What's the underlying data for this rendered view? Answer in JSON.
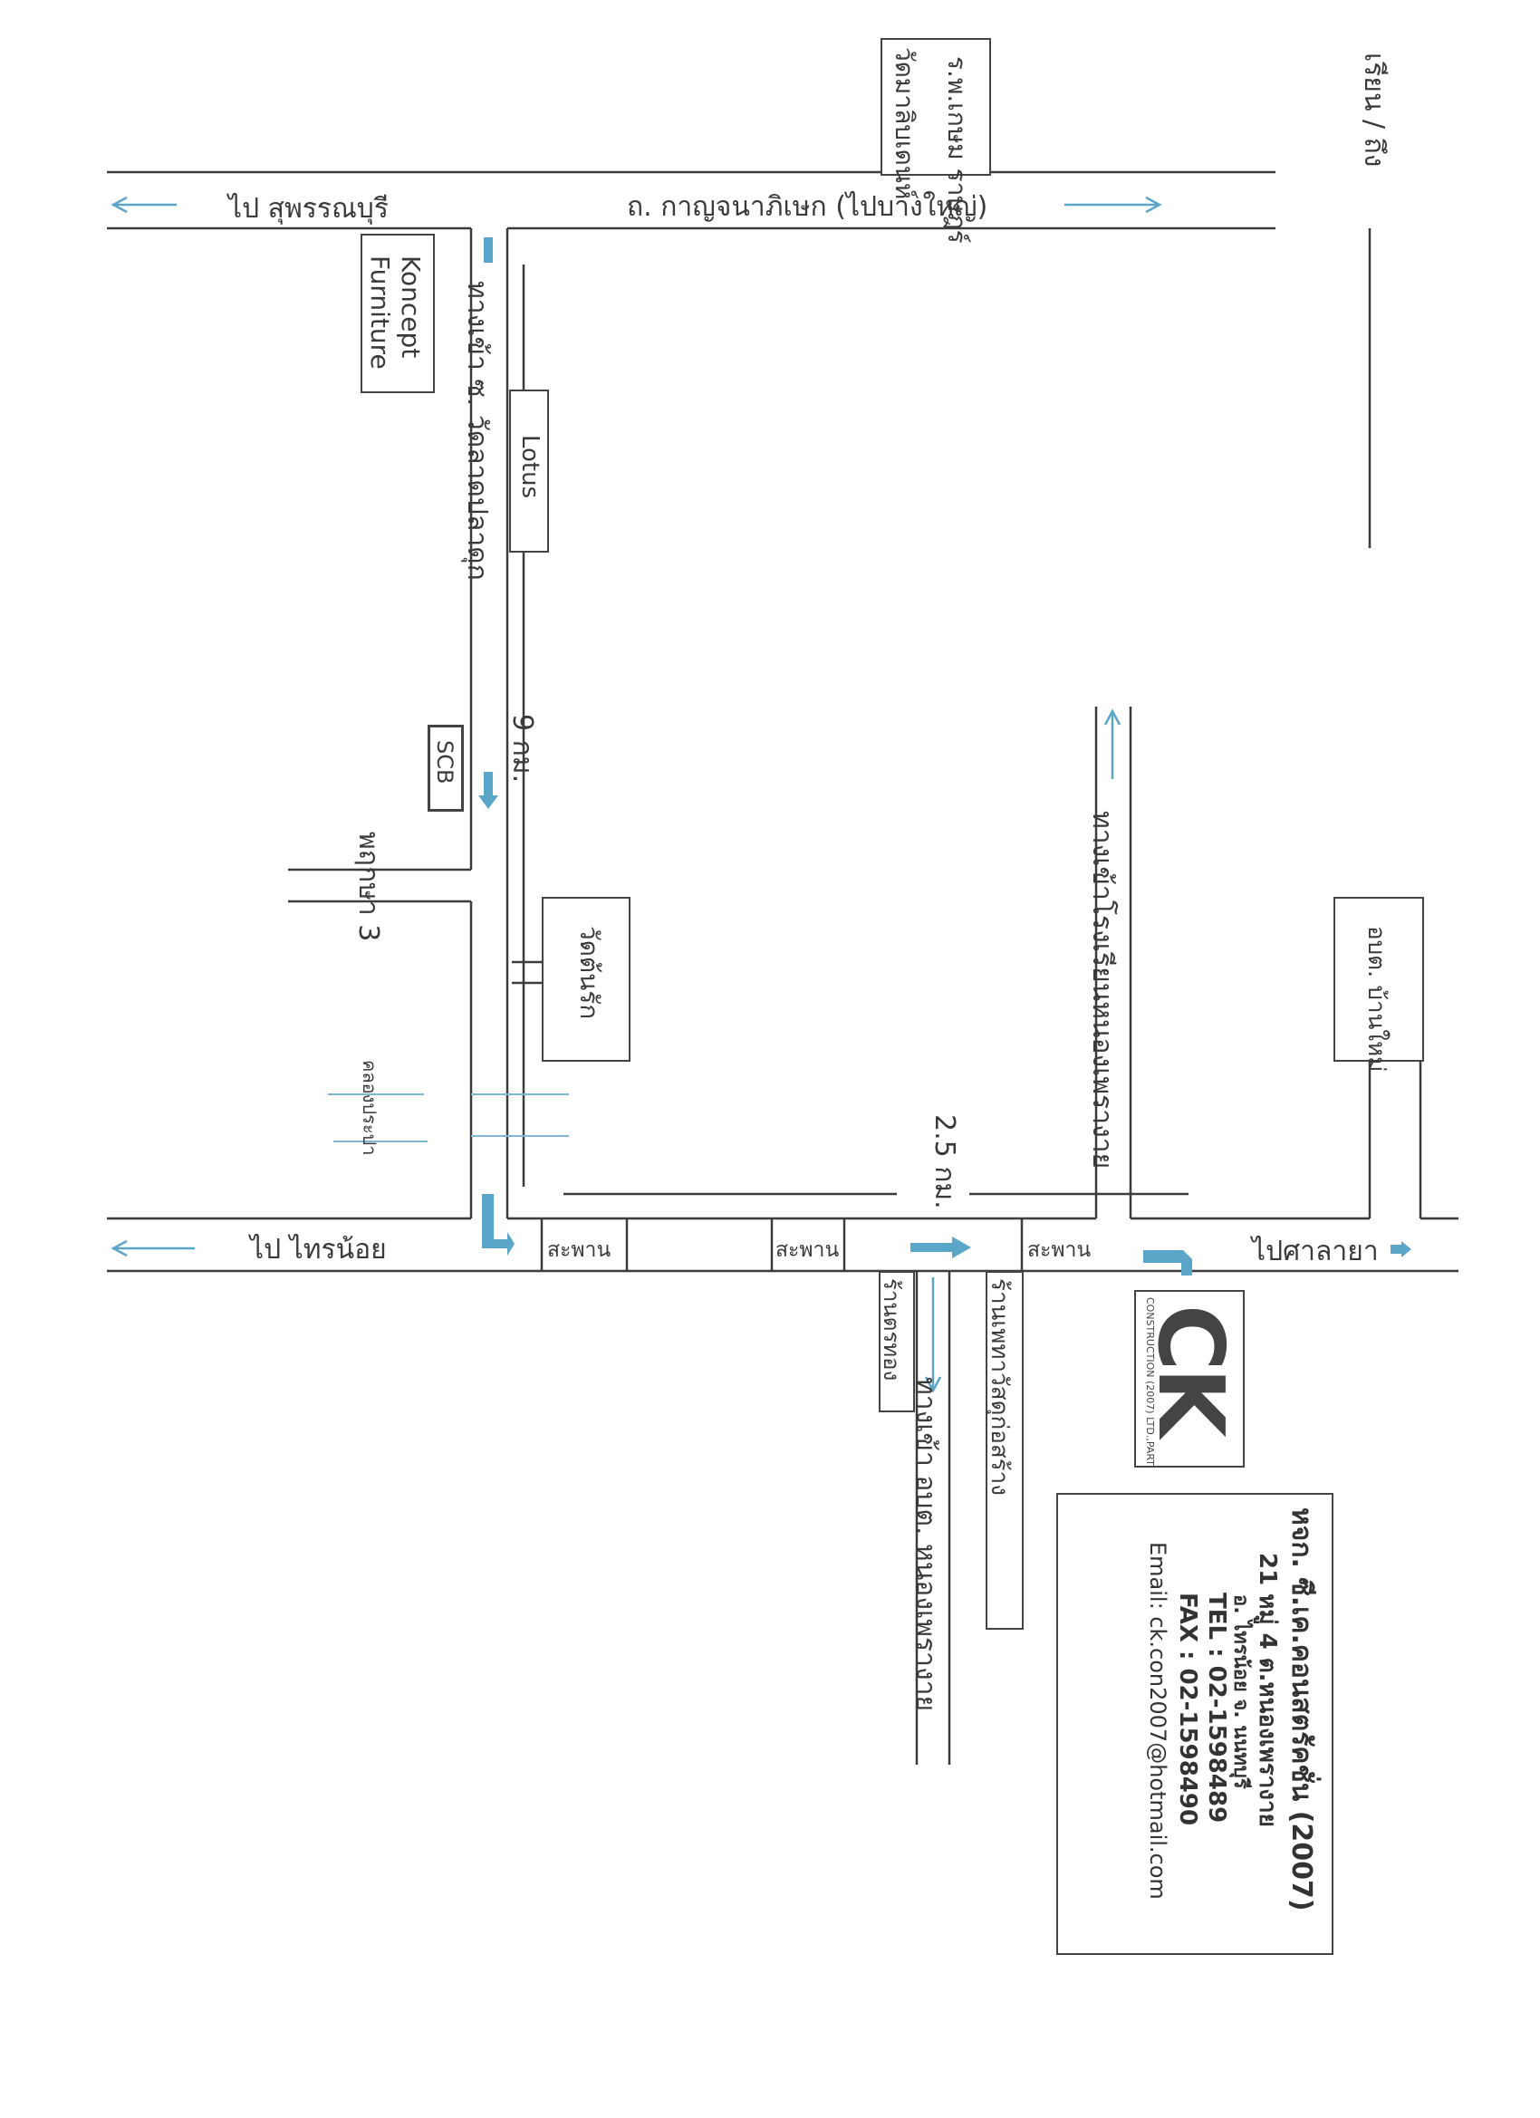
{
  "header": {
    "corner_text": "เรียน / ถึง"
  },
  "roads": {
    "main_road": "ถ. กาญจนาภิเษก (ไปบางใหญ่)",
    "to_suphanburi": "ไป สุพรรณบุรี",
    "to_sai_noi": "ไป ไทรน้อย",
    "to_salaya": "ไปศาลายา",
    "wat_lat_pla_duk": "ทางเข้า ซ. วัดลาดปลาดุก",
    "school_road": "ทางเข้าโรงเรียนหนองเพรางาย",
    "obt_nong_phrao_ngai": "ทางเข้า อบต. หนองเพรางาย",
    "canal": "คลองประปา",
    "junction": "พฤกษา 3"
  },
  "distances": {
    "d1": "9 กม.",
    "d2": "2.5 กม."
  },
  "landmarks": {
    "hospital": "ร.พ.เกษม ราษฎร์",
    "temple_top": "วัดมาลิบเดนห์",
    "koncept": "Koncept Furniture",
    "lotus": "Lotus",
    "scb": "SCB",
    "wat_ton_rak": "วัดต้นรัก",
    "obt_ban_mai": "อบต. บ้านใหม่",
    "bridge": "สะพาน",
    "gold_shop": "ร้านตรทอง",
    "material_shop": "ร้านเพทาวัสดุก่อสร้าง"
  },
  "logo": {
    "mark": "CK",
    "subtitle": "CONSTRUCTION (2007) LTD.,PART."
  },
  "company": {
    "name": "หจก. ซี.เค.คอนสตรัคชั่น (2007)",
    "address": "21 หมู่ 4 ต.หนองเพรางาย",
    "district": "อ. ไทรน้อย จ. นนทบุรี",
    "tel": "TEL : 02-1598489",
    "fax": "FAX : 02-1598490",
    "email": "Email: ck.con2007@hotmail.com"
  },
  "colors": {
    "line": "#3c3c3c",
    "arrow": "#5aa5c8",
    "marker": "#f0a060"
  }
}
